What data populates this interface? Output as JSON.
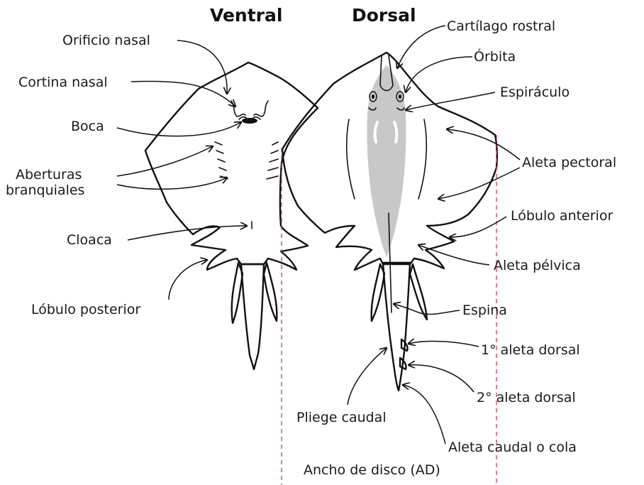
{
  "headings": {
    "ventral": "Ventral",
    "dorsal": "Dorsal"
  },
  "labels": {
    "orificio_nasal": "Orificio nasal",
    "cortina_nasal": "Cortina nasal",
    "boca": "Boca",
    "aberturas_1": "Aberturas",
    "aberturas_2": "branquiales",
    "cloaca": "Cloaca",
    "lobulo_posterior": "Lóbulo posterior",
    "cartilago_rostral": "Cartílago rostral",
    "orbita": "Órbita",
    "espiraculo": "Espiráculo",
    "aleta_pectoral": "Aleta pectoral",
    "lobulo_anterior": "Lóbulo anterior",
    "aleta_pelvica": "Aleta pélvica",
    "espina": "Espina",
    "aleta_dorsal_1": "1° aleta dorsal",
    "aleta_dorsal_2": "2° aleta dorsal",
    "pliege_caudal": "Pliege caudal",
    "aleta_caudal": "Aleta caudal o cola",
    "ancho_disco": "Ancho de disco (AD)"
  },
  "colors": {
    "ventral_fill": "#ffffff",
    "dorsal_fill": "#e3e3e3",
    "dorsal_midbody": "#c8c8c8",
    "outline": "#111111",
    "measure_line": "#d9364f"
  }
}
